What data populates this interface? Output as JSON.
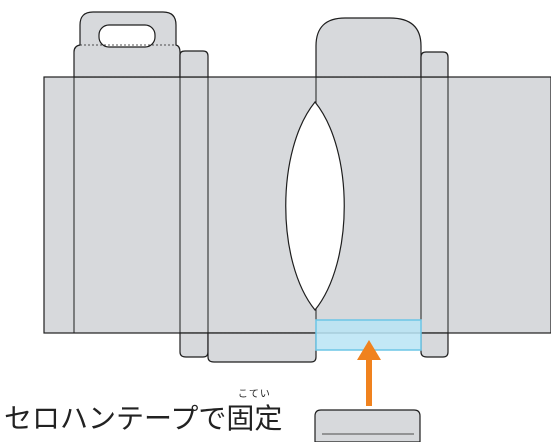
{
  "caption": {
    "text": "セロハンテープで",
    "kanji": "固定",
    "ruby": "こてい"
  },
  "colors": {
    "panel_fill": "#d7d9dc",
    "line": "#1e1e1e",
    "tape_fill": "#b9e4f4",
    "tape_edge": "#6cc6e6",
    "arrow": "#f0821e"
  }
}
